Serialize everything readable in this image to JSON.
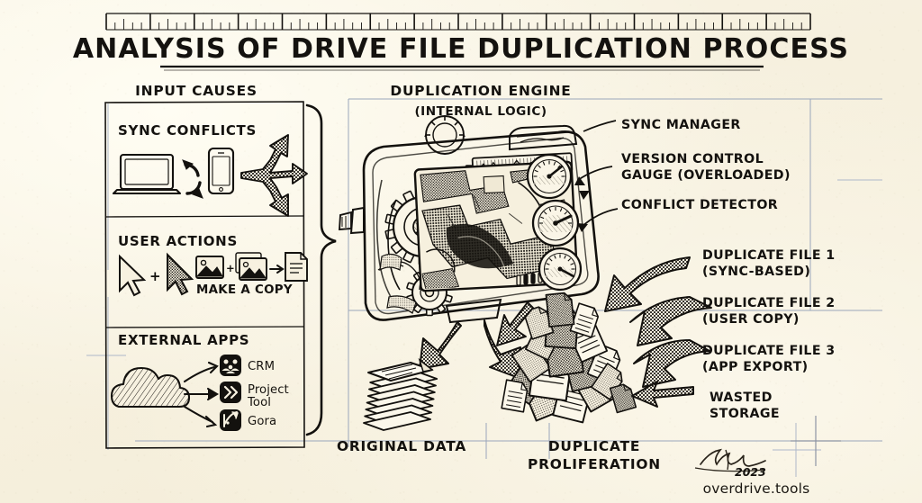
{
  "page": {
    "title": "ANALYSIS OF DRIVE FILE DUPLICATION PROCESS",
    "background_color": "#f6f0de",
    "ink_color": "#13110e",
    "guide_color": "#9aa6bb"
  },
  "ruler": {
    "name": "top-ruler-scale",
    "major_ticks": 16,
    "minor_per_major": 5
  },
  "left_column": {
    "heading": "INPUT CAUSES",
    "sections": [
      {
        "title": "SYNC CONFLICTS",
        "icons": [
          "laptop-icon",
          "sync-arrows-icon",
          "smartphone-icon",
          "three-way-split-arrow-icon"
        ],
        "caption": ""
      },
      {
        "title": "USER ACTIONS",
        "icons": [
          "cursor-icon",
          "plus-icon",
          "cursor-selected-icon",
          "image-icon",
          "plus-icon",
          "image-copy-icon",
          "arrow-right-icon",
          "document-icon"
        ],
        "caption": "MAKE A COPY"
      },
      {
        "title": "EXTERNAL APPS",
        "icons": [
          "cloud-icon",
          "arrow-curve-up-icon",
          "arrow-straight-icon",
          "arrow-curve-down-icon"
        ],
        "apps": [
          {
            "name": "CRM",
            "icon": "people-app-icon"
          },
          {
            "name": "Project Tool",
            "icon": "chevrons-app-icon"
          },
          {
            "name": "Gora",
            "icon": "chart-app-icon"
          }
        ]
      }
    ]
  },
  "engine": {
    "heading": "DUPLICATION ENGINE",
    "subheading": "(INTERNAL LOGIC)",
    "illustration": "mechanical-duplication-machine",
    "parts": [
      "gear-large",
      "gear-medium",
      "gear-small",
      "display-panel",
      "waveform-strip",
      "gauge-top",
      "gauge-middle",
      "gauge-bottom",
      "intake-port",
      "output-funnel"
    ]
  },
  "callouts": {
    "top": [
      {
        "label": "SYNC MANAGER",
        "target": "sync-manager-part"
      },
      {
        "label": "VERSION CONTROL",
        "label2": "GAUGE (OVERLOADED)",
        "target": "version-control-gauge"
      },
      {
        "label": "CONFLICT DETECTOR",
        "target": "conflict-detector-part"
      }
    ],
    "bottom": [
      {
        "label": "DUPLICATE FILE 1",
        "label2": "(SYNC-BASED)"
      },
      {
        "label": "DUPLICATE FILE 2",
        "label2": "(USER COPY)"
      },
      {
        "label": "DUPLICATE FILE 3",
        "label2": "(APP EXPORT)"
      },
      {
        "label": "WASTED",
        "label2": "STORAGE"
      }
    ]
  },
  "bottom_labels": {
    "original": "ORIGINAL DATA",
    "duplicate_line1": "DUPLICATE",
    "duplicate_line2": "PROLIFERATION"
  },
  "signature": {
    "year": "2023",
    "site": "overdrive.tools",
    "mark": "handwritten-signature"
  }
}
